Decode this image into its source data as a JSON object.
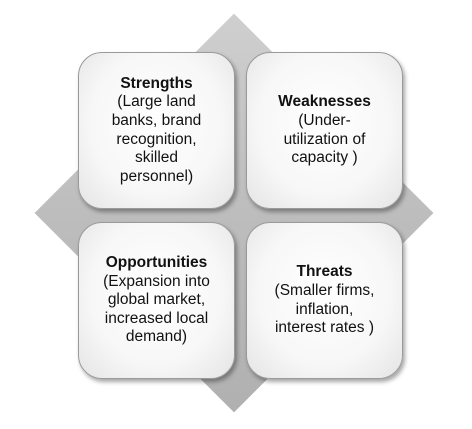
{
  "swot": {
    "strengths": {
      "title": "Strengths",
      "desc": "(Large land\nbanks, brand\nrecognition,\nskilled\npersonnel)"
    },
    "weaknesses": {
      "title": "Weaknesses",
      "desc": "(Under-\nutilization of\ncapacity )"
    },
    "opportunities": {
      "title": "Opportunities",
      "desc": "(Expansion into\nglobal market,\nincreased local\ndemand)"
    },
    "threats": {
      "title": "Threats",
      "desc": "(Smaller firms,\ninflation,\ninterest rates )"
    }
  }
}
